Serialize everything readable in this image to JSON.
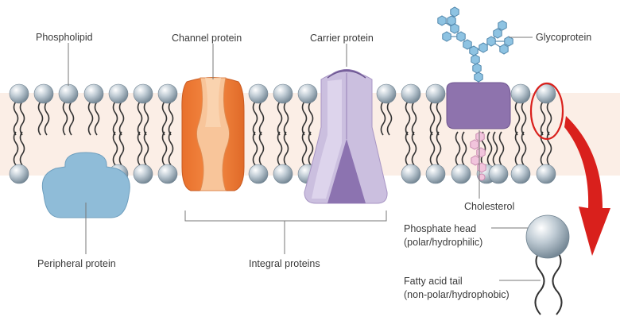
{
  "labels": {
    "phospholipid": "Phospholipid",
    "channel_protein": "Channel protein",
    "carrier_protein": "Carrier protein",
    "glycoprotein": "Glycoprotein",
    "cholesterol": "Cholesterol",
    "peripheral_protein": "Peripheral protein",
    "integral_proteins": "Integral proteins",
    "phosphate_head": "Phosphate head",
    "phosphate_head_note": "(polar/hydrophilic)",
    "fatty_acid_tail": "Fatty acid tail",
    "fatty_acid_tail_note": "(non-polar/hydrophobic)"
  },
  "colors": {
    "bilayer_band": "#fbeee6",
    "head_sphere": "#a8b8c4",
    "tail": "#333333",
    "channel_protein": "#f07f38",
    "channel_pore": "#f8c59a",
    "carrier_protein": "#cbbfdf",
    "carrier_protein_dark": "#8c73b0",
    "glycoprotein": "#8e73ad",
    "sugar_chain": "#8ec3e2",
    "peripheral_protein": "#8fbcd8",
    "cholesterol": "#f1c4dc",
    "highlight_arrow": "#d9201c",
    "leader_line": "#777777"
  }
}
